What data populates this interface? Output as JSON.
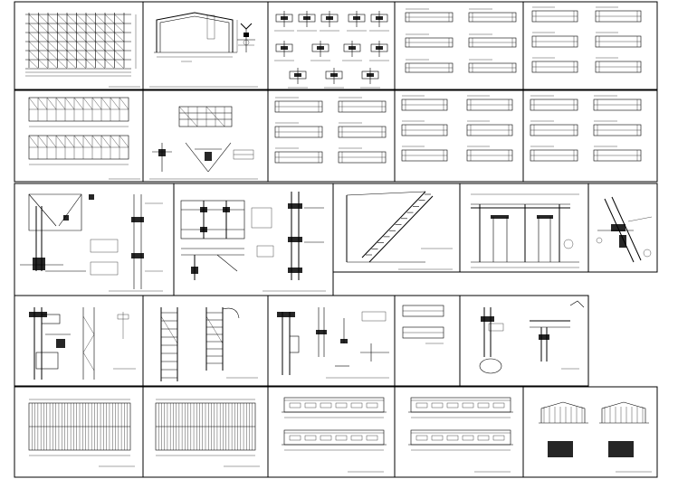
{
  "sheet_set": {
    "rows": 5,
    "cols": 5,
    "sheets": [
      {
        "id": "s01",
        "kind": "grid-plan"
      },
      {
        "id": "s02",
        "kind": "portal-frame"
      },
      {
        "id": "s03",
        "kind": "node-detail"
      },
      {
        "id": "s04",
        "kind": "component-details"
      },
      {
        "id": "s05",
        "kind": "beam-elevations"
      },
      {
        "id": "s06",
        "kind": "beam-elevations"
      },
      {
        "id": "s07",
        "kind": "roof-plans"
      },
      {
        "id": "s08",
        "kind": "bracing-details"
      },
      {
        "id": "s09",
        "kind": "beam-elevations"
      },
      {
        "id": "s10",
        "kind": "beam-elevations"
      },
      {
        "id": "s11",
        "kind": "beam-elevations"
      },
      {
        "id": "s12",
        "kind": "connection-details"
      },
      {
        "id": "s13",
        "kind": "connection-details"
      },
      {
        "id": "s14",
        "kind": "stair-detail"
      },
      {
        "id": "s15",
        "kind": "elevation-section"
      },
      {
        "id": "s16",
        "kind": "corner-detail"
      },
      {
        "id": "s17",
        "kind": "column-detail"
      },
      {
        "id": "s18",
        "kind": "ladder-detail"
      },
      {
        "id": "s19",
        "kind": "column-detail"
      },
      {
        "id": "s20",
        "kind": "beam-elevations"
      },
      {
        "id": "s21",
        "kind": "connection-details"
      },
      {
        "id": "s22",
        "kind": "purlin-plan"
      },
      {
        "id": "s23",
        "kind": "purlin-plan"
      },
      {
        "id": "s24",
        "kind": "building-elevations"
      },
      {
        "id": "s25",
        "kind": "building-elevations"
      },
      {
        "id": "s26",
        "kind": "end-elevations"
      }
    ]
  }
}
